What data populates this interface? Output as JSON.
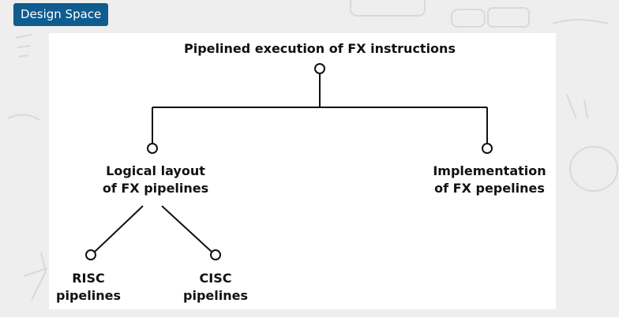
{
  "badge": {
    "label": "Design Space"
  },
  "tree": {
    "root": {
      "line1": "Pipelined execution of FX instructions"
    },
    "logical": {
      "line1": "Logical layout",
      "line2": "of FX pipelines"
    },
    "implementation": {
      "line1": "Implementation",
      "line2": "of FX pepelines"
    },
    "risc": {
      "line1": "RISC",
      "line2": "pipelines"
    },
    "cisc": {
      "line1": "CISC",
      "line2": "pipelines"
    }
  },
  "colors": {
    "badge_bg": "#0f5c8e",
    "background": "#eeeeee",
    "panel": "#ffffff",
    "ink": "#111111"
  }
}
